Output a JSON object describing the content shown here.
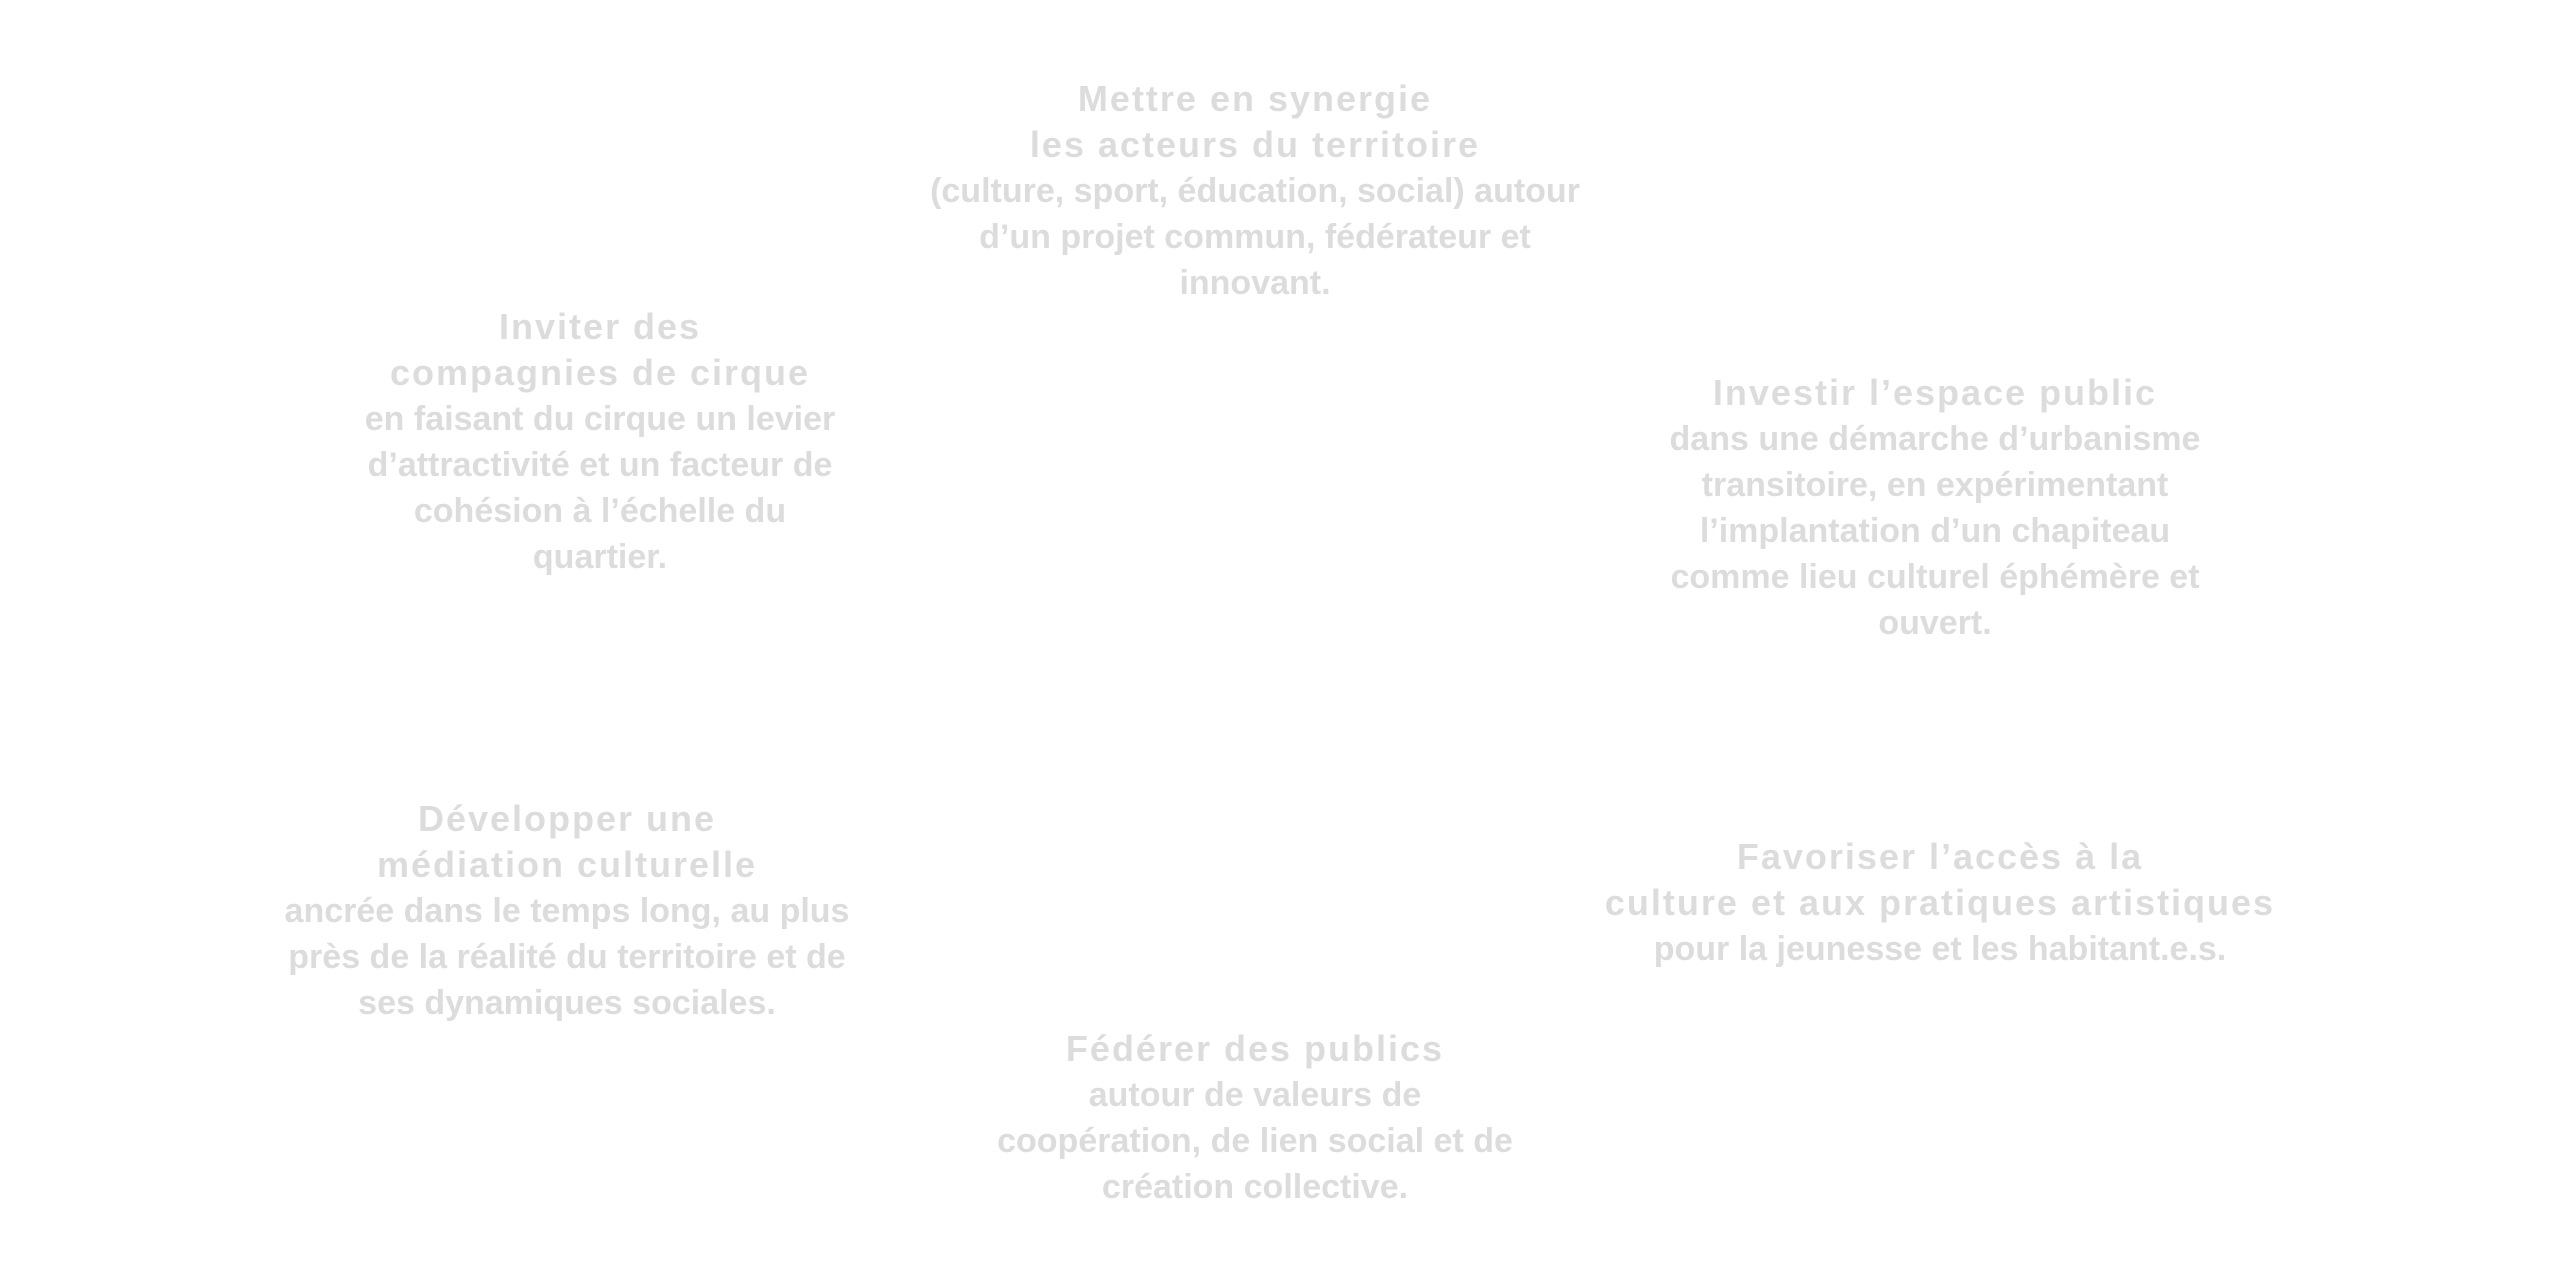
{
  "blocks": [
    {
      "title": [
        "Mettre en synergie",
        "les acteurs du territoire"
      ],
      "body": [
        "(culture, sport, éducation, social) autour",
        "d’un projet commun, fédérateur et",
        "innovant."
      ]
    },
    {
      "title": [
        "Inviter des",
        "compagnies de cirque"
      ],
      "body": [
        "en faisant du cirque un levier",
        "d’attractivité et un facteur de",
        "cohésion à l’échelle du",
        "quartier."
      ]
    },
    {
      "title": [
        "Investir l’espace public"
      ],
      "body": [
        "dans une démarche d’urbanisme",
        "transitoire, en expérimentant",
        "l’implantation d’un chapiteau",
        "comme lieu culturel éphémère et",
        "ouvert."
      ]
    },
    {
      "title": [
        "Développer une",
        "médiation culturelle"
      ],
      "body": [
        "ancrée dans le temps long, au plus",
        "près de la réalité du territoire et de",
        "ses dynamiques sociales."
      ]
    },
    {
      "title": [
        "Favoriser l’accès à la",
        "culture et aux pratiques artistiques"
      ],
      "body": [
        "pour la jeunesse et les habitant.e.s."
      ]
    },
    {
      "title": [
        "Fédérer des publics"
      ],
      "body": [
        "autour de valeurs de",
        "coopération, de lien social et de",
        "création collective."
      ]
    }
  ]
}
